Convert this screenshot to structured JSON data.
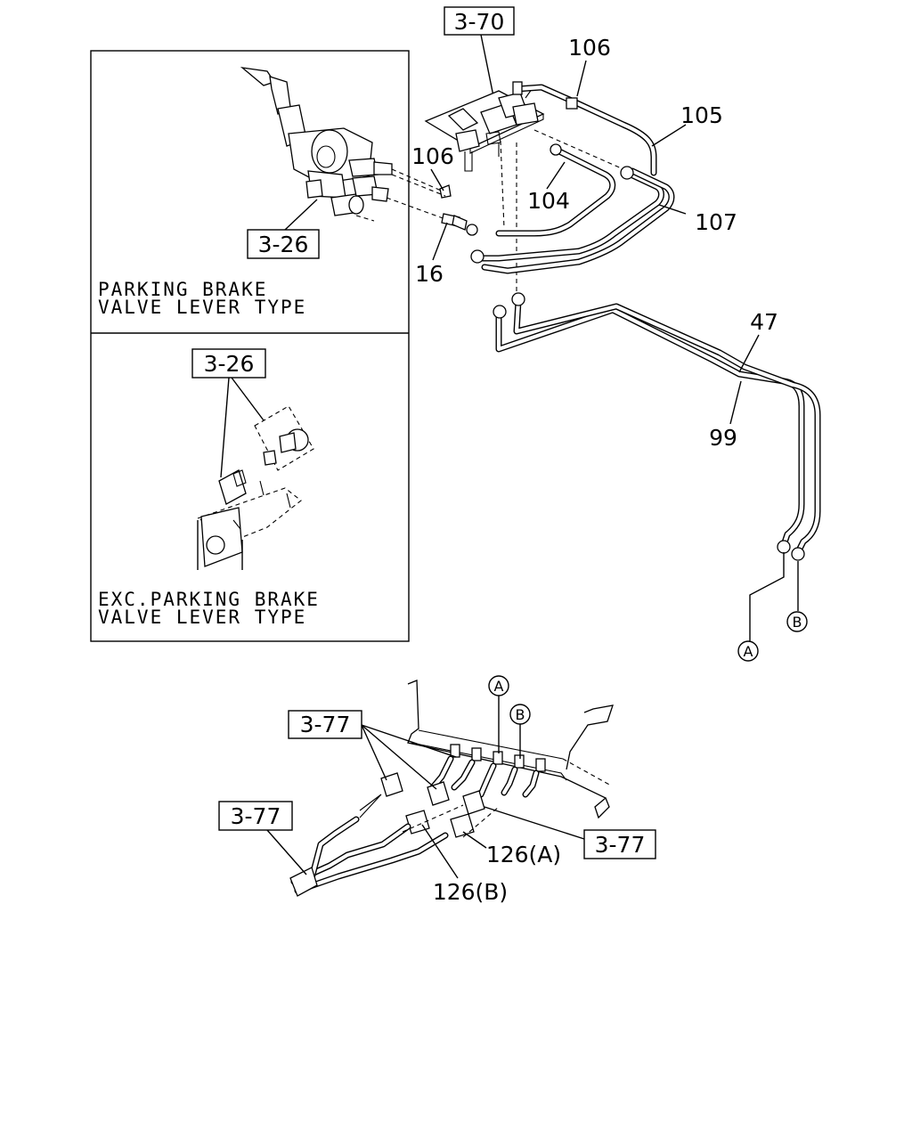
{
  "refs": {
    "r370": "3-70",
    "r326a": "3-26",
    "r326b": "3-26",
    "r377a": "3-77",
    "r377b": "3-77",
    "r377c": "3-77"
  },
  "parts": {
    "p106a": "106",
    "p106b": "106",
    "p105": "105",
    "p104": "104",
    "p107": "107",
    "p16": "16",
    "p47": "47",
    "p99": "99",
    "p126a": "126(A)",
    "p126b": "126(B)"
  },
  "markers": {
    "a1": "A",
    "b1": "B",
    "a2": "A",
    "b2": "B"
  },
  "captions": {
    "parking_line1": "PARKING BRAKE",
    "parking_line2": "VALVE LEVER TYPE",
    "exc_line1": "EXC.PARKING BRAKE",
    "exc_line2": "VALVE LEVER TYPE"
  }
}
